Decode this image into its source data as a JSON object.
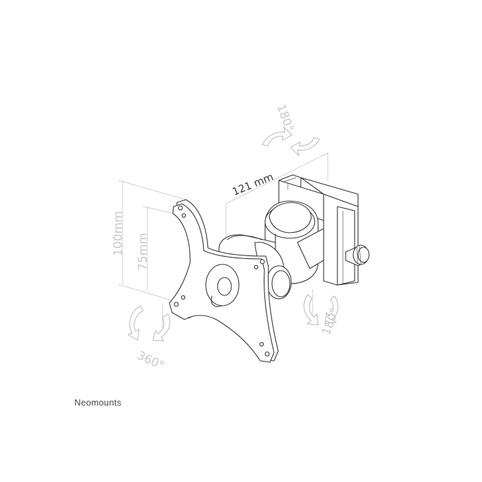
{
  "brand": "Neomounts",
  "dimensions": {
    "arm_length": "121 mm",
    "vesa_outer": "100mm",
    "vesa_inner": "75mm",
    "swivel": "180°",
    "tilt": "180°",
    "rotation": "360°"
  }
}
